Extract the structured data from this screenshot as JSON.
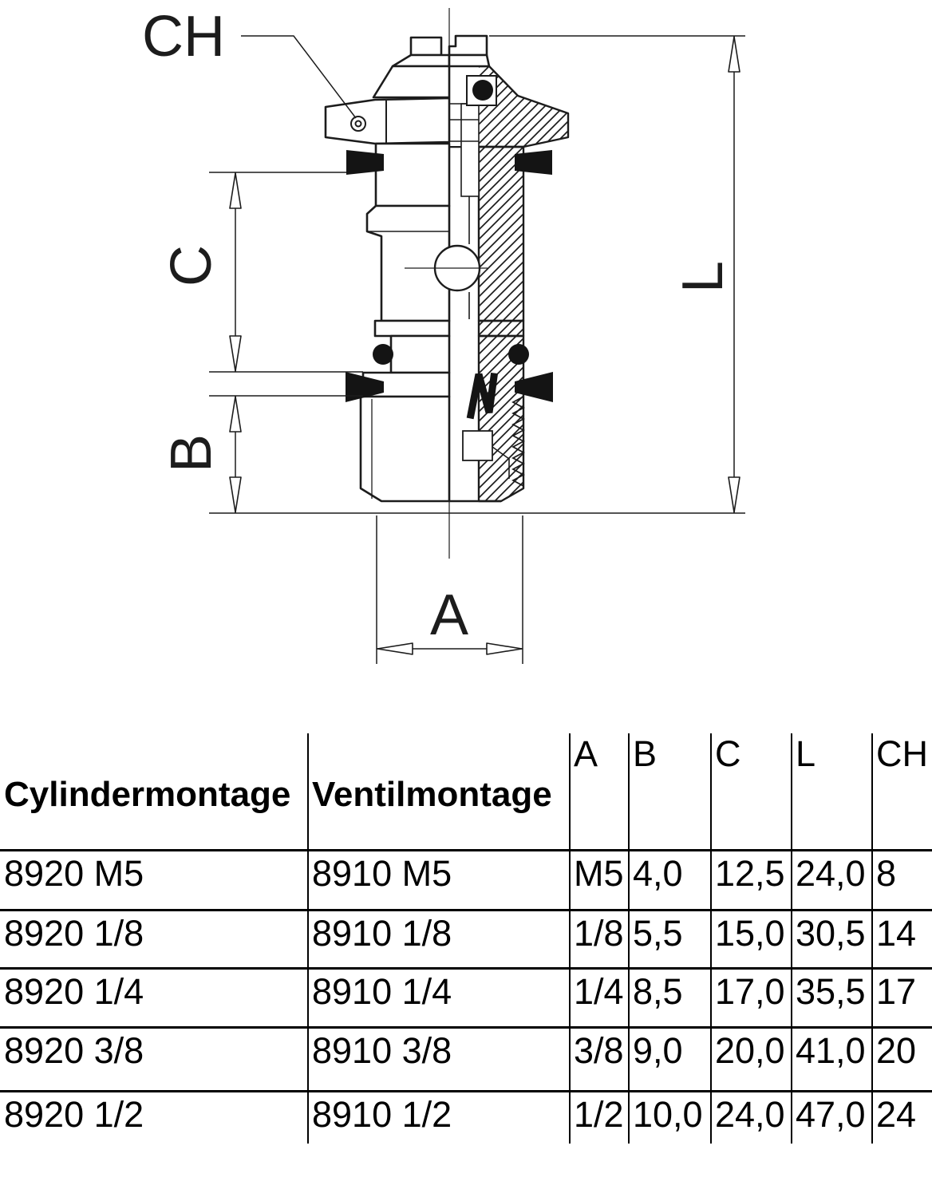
{
  "drawing": {
    "dimension_labels": {
      "ch": "CH",
      "c": "C",
      "b": "B",
      "l": "L",
      "a": "A"
    }
  },
  "table": {
    "col_headers": {
      "cylinder": "Cylindermontage",
      "ventil": "Ventilmontage"
    },
    "dim_headers": {
      "a": "A",
      "b": "B",
      "c": "C",
      "l": "L",
      "ch": "CH"
    },
    "rows": [
      {
        "cylinder": "8920 M5",
        "ventil": "8910 M5",
        "a": "M5",
        "b": "4,0",
        "c": "12,5",
        "l": "24,0",
        "ch": "8"
      },
      {
        "cylinder": "8920 1/8",
        "ventil": "8910 1/8",
        "a": "1/8",
        "b": "5,5",
        "c": "15,0",
        "l": "30,5",
        "ch": "14"
      },
      {
        "cylinder": "8920 1/4",
        "ventil": "8910 1/4",
        "a": "1/4",
        "b": "8,5",
        "c": "17,0",
        "l": "35,5",
        "ch": "17"
      },
      {
        "cylinder": "8920 3/8",
        "ventil": "8910 3/8",
        "a": "3/8",
        "b": "9,0",
        "c": "20,0",
        "l": "41,0",
        "ch": "20"
      },
      {
        "cylinder": "8920 1/2",
        "ventil": "8910 1/2",
        "a": "1/2",
        "b": "10,0",
        "c": "24,0",
        "l": "47,0",
        "ch": "24"
      }
    ]
  },
  "colors": {
    "line": "#1c1c1c",
    "text": "#000000",
    "background": "#ffffff",
    "seal": "#141414"
  }
}
